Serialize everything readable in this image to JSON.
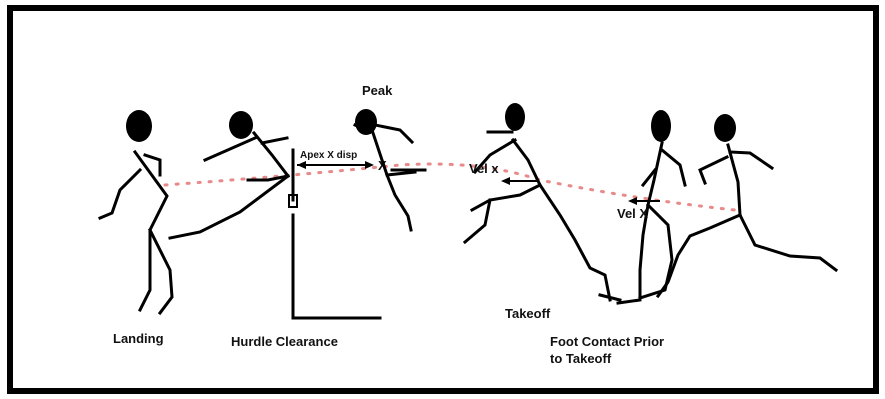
{
  "labels": {
    "peak": "Peak",
    "apex": "Apex X disp",
    "apex_x": "X",
    "vel_x_1": "Vel x",
    "vel_x_2": "Vel X",
    "landing": "Landing",
    "hurdle_clearance": "Hurdle Clearance",
    "takeoff": "Takeoff",
    "foot_contact_line1": "Foot Contact Prior",
    "foot_contact_line2": "to Takeoff"
  },
  "colors": {
    "border": "#000000",
    "figure": "#000000",
    "trajectory_dots": "#e88a8a",
    "background": "#ffffff"
  }
}
